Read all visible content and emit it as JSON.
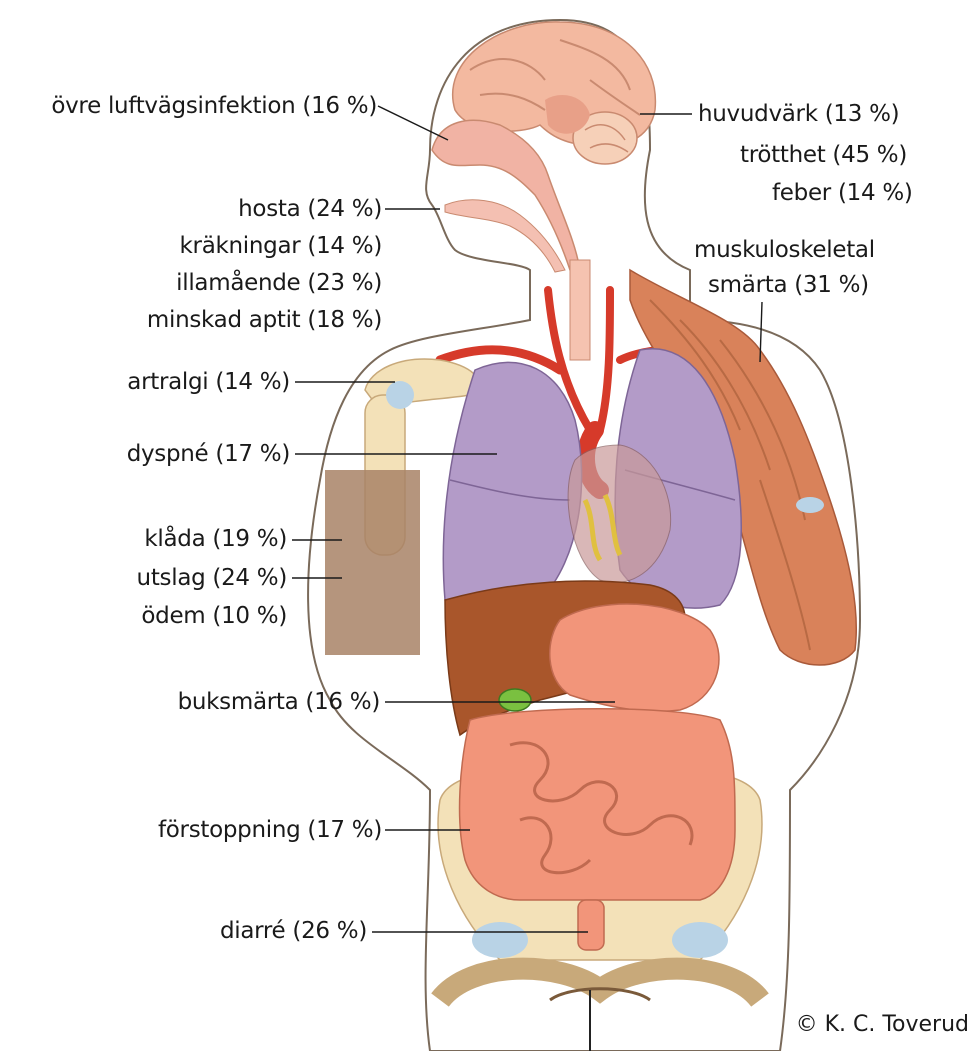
{
  "labels_left": [
    {
      "id": "ovre",
      "text": "övre luftvägsinfektion (16 %)"
    },
    {
      "id": "hosta",
      "text": "hosta (24 %)"
    },
    {
      "id": "krakningar",
      "text": "kräkningar (14 %)"
    },
    {
      "id": "illamaende",
      "text": "illamående (23 %)"
    },
    {
      "id": "aptit",
      "text": "minskad aptit (18 %)"
    },
    {
      "id": "artralgi",
      "text": "artralgi (14 %)"
    },
    {
      "id": "dyspne",
      "text": "dyspné (17 %)"
    },
    {
      "id": "klada",
      "text": "klåda (19 %)"
    },
    {
      "id": "utslag",
      "text": "utslag (24 %)"
    },
    {
      "id": "odem",
      "text": "ödem (10 %)"
    },
    {
      "id": "buksmarta",
      "text": "buksmärta (16 %)"
    },
    {
      "id": "forstoppning",
      "text": "förstoppning (17 %)"
    },
    {
      "id": "diarre",
      "text": "diarré (26 %)"
    }
  ],
  "labels_right": [
    {
      "id": "huvudvark",
      "text": "huvudvärk (13 %)"
    },
    {
      "id": "trotthet",
      "text": "trötthet (45 %)"
    },
    {
      "id": "feber",
      "text": "feber (14 %)"
    },
    {
      "id": "muskulo1",
      "text": "muskuloskeletal"
    },
    {
      "id": "muskulo2",
      "text": "smärta (31 %)"
    }
  ],
  "credit": "© K. C. Toverud",
  "colors": {
    "skin_outline": "#5a4a3a",
    "brain": "#f3b9a0",
    "lung": "#b39bc8",
    "liver": "#a9562b",
    "intestine": "#f2957a",
    "muscle": "#d9825a",
    "bone": "#f3e1b8",
    "cartilage": "#b9d3e6",
    "artery": "#d63a2a",
    "skin_patch": "#a88266"
  }
}
